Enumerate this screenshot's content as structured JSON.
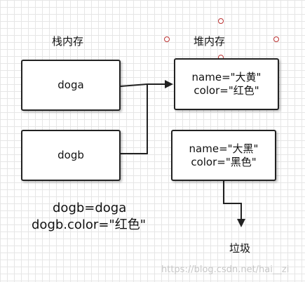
{
  "labels": {
    "stack": "栈内存",
    "heap": "堆内存",
    "garbage": "垃圾"
  },
  "stack_boxes": [
    {
      "text": "doga"
    },
    {
      "text": "dogb"
    }
  ],
  "heap_boxes": [
    {
      "line1": "name=\"大黄\"",
      "line2": "color=\"红色\""
    },
    {
      "line1": "name=\"大黑\"",
      "line2": "color=\"黑色\""
    }
  ],
  "code": {
    "line1": "dogb=doga",
    "line2": "dogb.color=\"红色\""
  },
  "watermark": "https://blog.csdn.net/hai__zi"
}
